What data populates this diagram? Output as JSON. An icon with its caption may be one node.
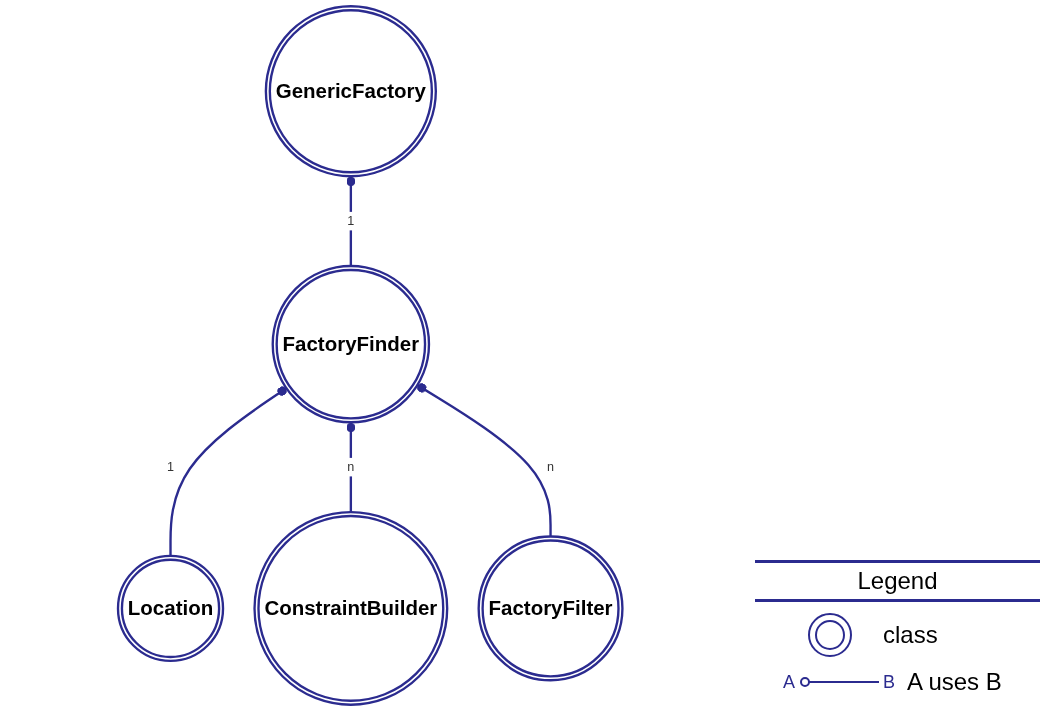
{
  "diagram": {
    "nodes": [
      {
        "text": [
          "GenericFactory"
        ]
      },
      {
        "text": [
          "FactoryFinder"
        ]
      },
      {
        "text": [
          "Location"
        ]
      },
      {
        "text": [
          "ConstraintBuilder"
        ]
      },
      {
        "text": [
          "FactoryFilter"
        ]
      }
    ],
    "edges": [
      {
        "from": 0,
        "to": 1,
        "arrow": "other",
        "label": "1"
      },
      {
        "from": 1,
        "to": 2,
        "arrow": "other",
        "label": "1"
      },
      {
        "from": 1,
        "to": 3,
        "arrow": "other",
        "label": "n"
      },
      {
        "from": 1,
        "to": 4,
        "arrow": "other",
        "label": "n"
      }
    ],
    "labels": [
      "Legend",
      "A",
      "B"
    ],
    "legend": [
      {
        "text": "class"
      },
      {
        "text": "A uses B"
      }
    ]
  }
}
